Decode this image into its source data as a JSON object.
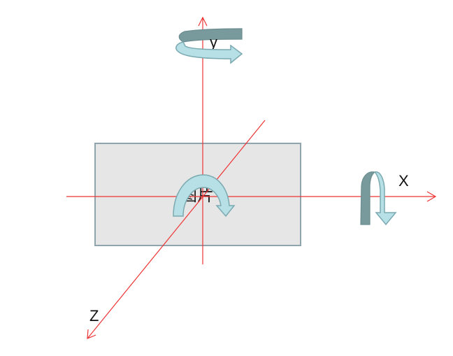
{
  "diagram": {
    "axis_labels": {
      "x": "X",
      "y": "y",
      "z": "Z"
    },
    "plane_label": "图片",
    "colors": {
      "axis": "#ee3333",
      "plane_fill": "#e6e6e6",
      "plane_border": "#8fa4ad",
      "arrow_light": "#b7e0e6",
      "arrow_dark": "#789a9c"
    }
  }
}
